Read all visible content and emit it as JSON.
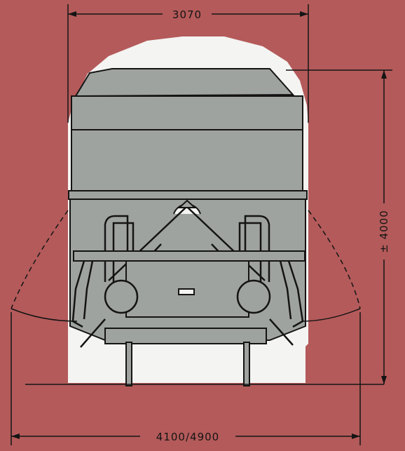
{
  "dimensions": {
    "top_width": "3070",
    "height": "± 4000",
    "bottom_width": "4100/4900"
  },
  "colors": {
    "background": "#b45a5a",
    "profile": "#f4f4f2",
    "wagon": "#9fa39f",
    "line": "#141414"
  }
}
